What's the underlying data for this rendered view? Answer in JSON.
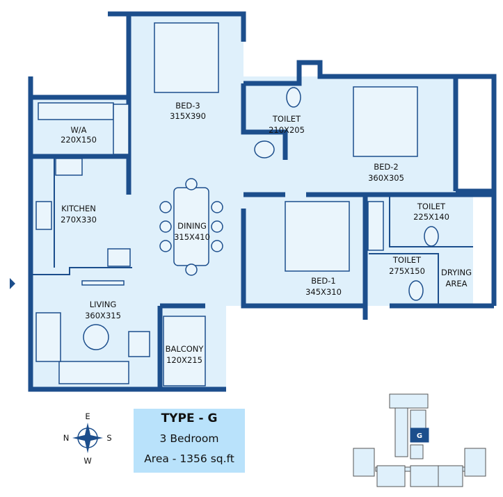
{
  "rooms": {
    "bed3": {
      "name": "BED-3",
      "size": "315X390"
    },
    "wa": {
      "name": "W/A",
      "size": "220X150"
    },
    "kitchen": {
      "name": "KITCHEN",
      "size": "270X330"
    },
    "dining": {
      "name": "DINING",
      "size": "315X410"
    },
    "living": {
      "name": "LIVING",
      "size": "360X315"
    },
    "balcony": {
      "name": "BALCONY",
      "size": "120X215"
    },
    "toilet_center": {
      "name": "TOILET",
      "size": "210X205"
    },
    "bed2": {
      "name": "BED-2",
      "size": "360X305"
    },
    "bed1": {
      "name": "BED-1",
      "size": "345X310"
    },
    "toilet_bed2": {
      "name": "TOILET",
      "size": "225X140"
    },
    "toilet_bed1": {
      "name": "TOILET",
      "size": "275X150"
    },
    "drying": {
      "line1": "DRYING",
      "line2": "AREA"
    }
  },
  "compass": {
    "n": "N",
    "s": "S",
    "e": "E",
    "w": "W"
  },
  "info": {
    "type": "TYPE - G",
    "bedrooms": "3 Bedroom",
    "area": "Area - 1356 sq.ft"
  },
  "keyplan": {
    "highlight": "G"
  },
  "colors": {
    "wall": "#1c4e8c",
    "room": "#dff0fb",
    "info_bg": "#b9e2fb"
  }
}
